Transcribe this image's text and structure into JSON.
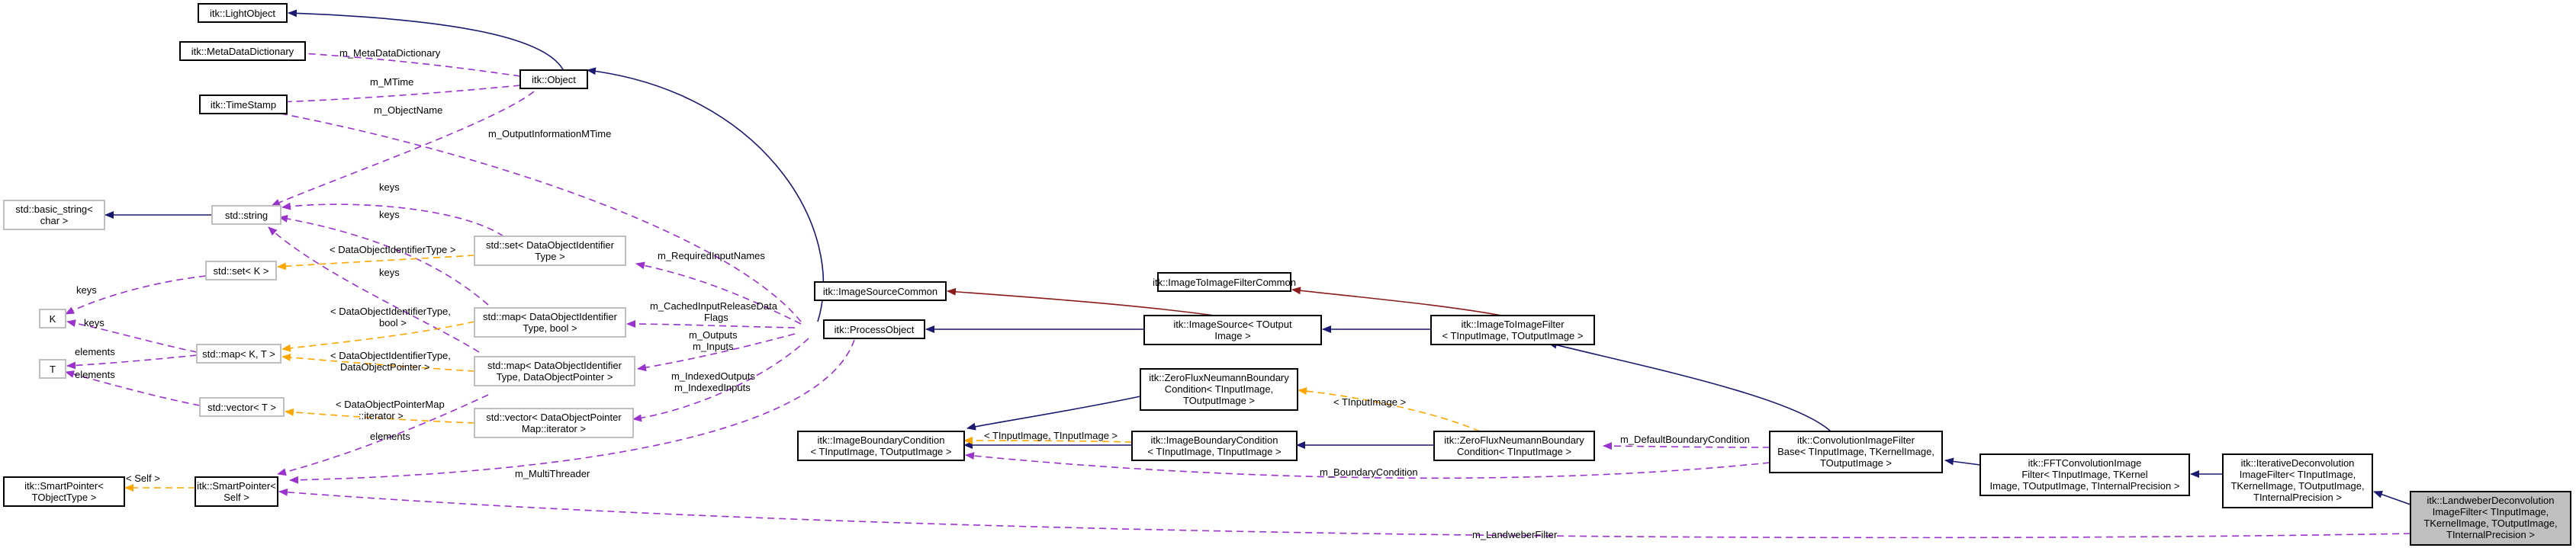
{
  "nodes": {
    "light_object": "itk::LightObject",
    "meta_dict": "itk::MetaDataDictionary",
    "object": "itk::Object",
    "time_stamp": "itk::TimeStamp",
    "basic_string": [
      "std::basic_string<",
      "char >"
    ],
    "string": "std::string",
    "set_k": "std::set< K >",
    "k": "K",
    "t": "T",
    "map_kt": "std::map< K, T >",
    "vector_t": "std::vector< T >",
    "smart_ptr_tobj": [
      "itk::SmartPointer<",
      "TObjectType >"
    ],
    "smart_ptr_self": [
      "itk::SmartPointer<",
      "Self >"
    ],
    "set_doid": [
      "std::set< DataObjectIdentifier",
      "Type >"
    ],
    "map_doid_bool": [
      "std::map< DataObjectIdentifier",
      "Type, bool >"
    ],
    "map_doid_dop": [
      "std::map< DataObjectIdentifier",
      "Type, DataObjectPointer >"
    ],
    "vector_dop": [
      "std::vector< DataObjectPointer",
      "Map::iterator >"
    ],
    "image_source_common": "itk::ImageSourceCommon",
    "process_object": "itk::ProcessObject",
    "ibc_generic": [
      "itk::ImageBoundaryCondition",
      "< TInputImage, TOutputImage >"
    ],
    "zfn_generic": [
      "itk::ZeroFluxNeumannBoundary",
      "Condition< TInputImage,",
      "TOutputImage >"
    ],
    "ibc_inst": [
      "itk::ImageBoundaryCondition",
      "< TInputImage, TInputImage >"
    ],
    "zfn_inst": [
      "itk::ZeroFluxNeumannBoundary",
      "Condition< TInputImage >"
    ],
    "image_to_image_common": "itk::ImageToImageFilterCommon",
    "image_source": [
      "itk::ImageSource< TOutput",
      "Image >"
    ],
    "image_to_image": [
      "itk::ImageToImageFilter",
      "< TInputImage, TOutputImage >"
    ],
    "conv_base": [
      "itk::ConvolutionImageFilter",
      "Base< TInputImage, TKernelImage,",
      "TOutputImage >"
    ],
    "fft_conv": [
      "itk::FFTConvolutionImage",
      "Filter< TInputImage, TKernel",
      "Image, TOutputImage, TInternalPrecision >"
    ],
    "iter_deconv": [
      "itk::IterativeDeconvolution",
      "ImageFilter< TInputImage,",
      "TKernelImage, TOutputImage,",
      "TInternalPrecision >"
    ],
    "landweber": [
      "itk::LandweberDeconvolution",
      "ImageFilter< TInputImage,",
      "TKernelImage, TOutputImage,",
      "TInternalPrecision >"
    ]
  },
  "edge_labels": {
    "meta_data_dictionary": "m_MetaDataDictionary",
    "mtime": "m_MTime",
    "object_name": "m_ObjectName",
    "output_information_mtime": "m_OutputInformationMTime",
    "keys_1": "keys",
    "keys_2": "keys",
    "keys_3": "keys",
    "keys_4": "keys",
    "keys_5": "keys",
    "doit_type": "< DataObjectIdentifierType >",
    "doit_bool": [
      "< DataObjectIdentifierType,",
      "bool >"
    ],
    "doit_dop": [
      "< DataObjectIdentifierType,",
      "DataObjectPointer >"
    ],
    "dop_map_iter": [
      "< DataObjectPointerMap",
      "::iterator >"
    ],
    "elements_1": "elements",
    "elements_2": "elements",
    "elements_3": "elements",
    "required_input_names": "m_RequiredInputNames",
    "cached_input": [
      "m_CachedInputReleaseData",
      "Flags"
    ],
    "outputs_inputs": [
      "m_Outputs",
      "m_Inputs"
    ],
    "indexed": [
      "m_IndexedOutputs",
      "m_IndexedInputs"
    ],
    "multi_threader": "m_MultiThreader",
    "self": "< Self >",
    "tinput_tinput": "< TInputImage, TInputImage >",
    "tinput": "< TInputImage >",
    "default_bc": "m_DefaultBoundaryCondition",
    "bc": "m_BoundaryCondition",
    "landweber_filter": "m_LandweberFilter"
  }
}
